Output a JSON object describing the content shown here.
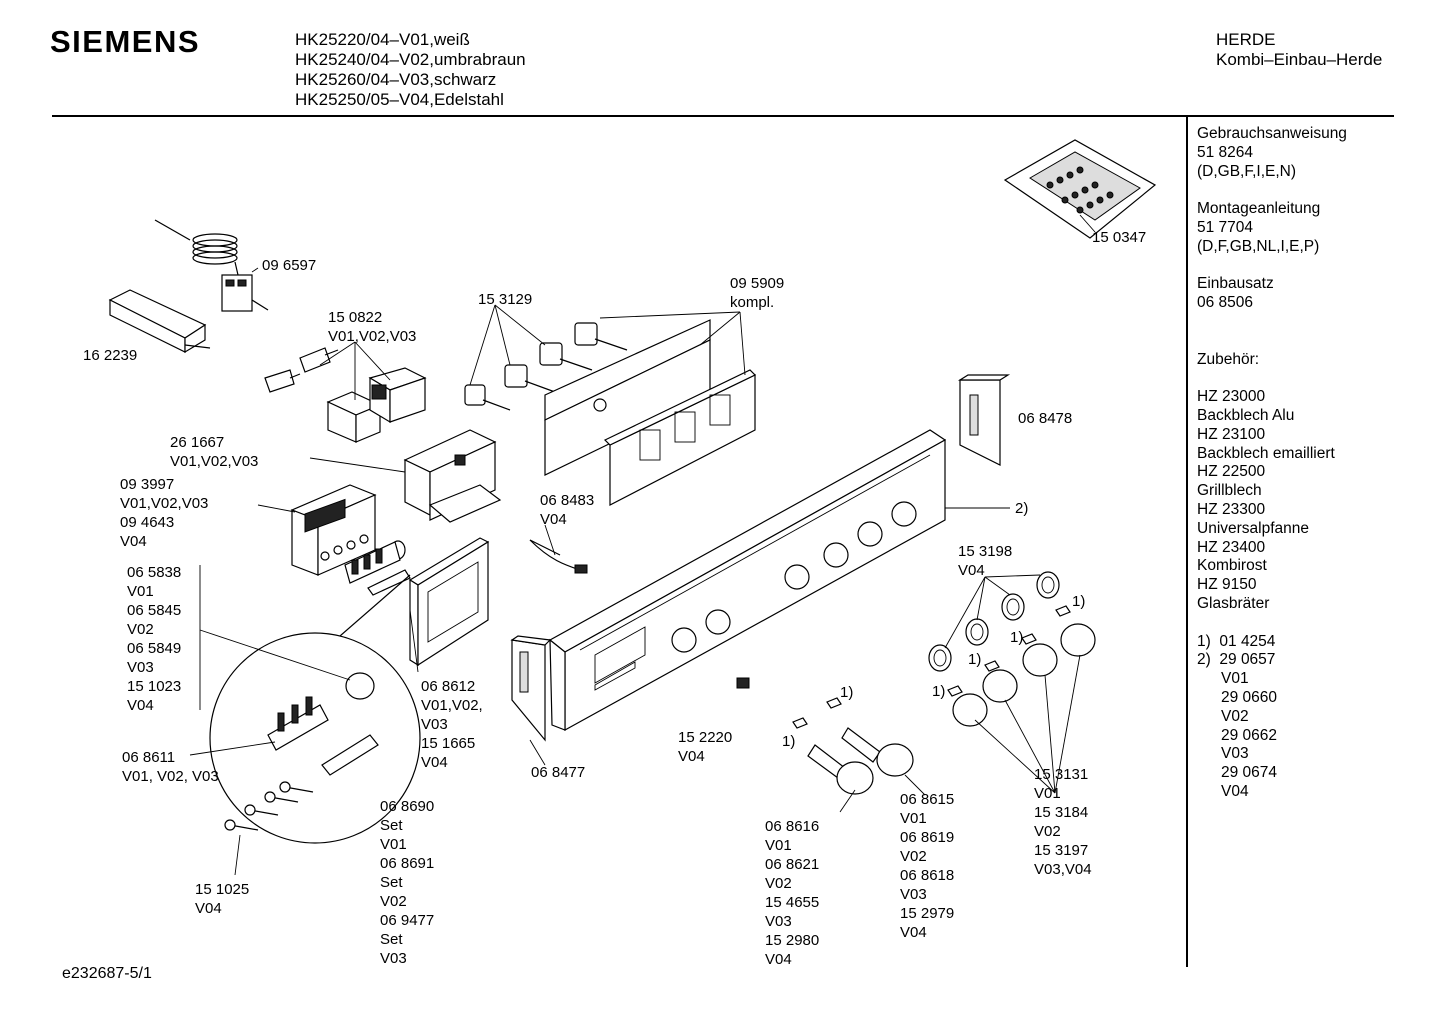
{
  "header": {
    "brand": "SIEMENS",
    "models": [
      "HK25220/04–V01,weiß",
      "HK25240/04–V02,umbrabraun",
      "HK25260/04–V03,schwarz",
      "HK25250/05–V04,Edelstahl"
    ],
    "category": "HERDE",
    "subcategory": "Kombi–Einbau–Herde"
  },
  "sidebar": {
    "manual": {
      "title": "Gebrauchsanweisung",
      "number": "51 8264",
      "langs": "(D,GB,F,I,E,N)"
    },
    "install": {
      "title": "Montageanleitung",
      "number": "51 7704",
      "langs": "(D,F,GB,NL,I,E,P)"
    },
    "kit": {
      "title": "Einbausatz",
      "number": "06 8506"
    },
    "accessories_title": "Zubehör:",
    "accessories": [
      {
        "code": "HZ 23000",
        "name": "Backblech Alu"
      },
      {
        "code": "HZ 23100",
        "name": "Backblech emailliert"
      },
      {
        "code": "HZ 22500",
        "name": "Grillblech"
      },
      {
        "code": "HZ 23300",
        "name": "Universalpfanne"
      },
      {
        "code": "HZ 23400",
        "name": "Kombirost"
      },
      {
        "code": "HZ 9150",
        "name": "Glasbräter"
      }
    ],
    "notes": {
      "n1": "1)  01 4254",
      "n2": "2)  29 0657",
      "n2_lines": [
        "V01",
        "29 0660",
        "V02",
        "29 0662",
        "V03",
        "29 0674",
        "V04"
      ]
    }
  },
  "labels": {
    "p150347": "15 0347",
    "p096597": "09 6597",
    "p162239": "16 2239",
    "p150822": [
      "15 0822",
      "V01,V02,V03"
    ],
    "p153129": "15 3129",
    "p095909": [
      "09 5909",
      "kompl."
    ],
    "p068478": "06 8478",
    "p261667": [
      "26 1667",
      "V01,V02,V03"
    ],
    "p093997": [
      "09 3997",
      "V01,V02,V03",
      "09 4643",
      "V04"
    ],
    "p068483": [
      "06 8483",
      "V04"
    ],
    "p2": "2)",
    "p065838": [
      "06 5838",
      "V01",
      "06 5845",
      "V02",
      "06 5849",
      "V03",
      "15 1023",
      "V04"
    ],
    "p153198": [
      "15 3198",
      "V04"
    ],
    "p068612": [
      "06 8612",
      "V01,V02,",
      "V03",
      "15 1665",
      "V04"
    ],
    "p068611": [
      "06 8611",
      "V01, V02, V03"
    ],
    "p068477": "06 8477",
    "p152220": [
      "15 2220",
      "V04"
    ],
    "p068690": [
      "06 8690",
      "Set",
      "V01",
      "06 8691",
      "Set",
      "V02",
      "06 9477",
      "Set",
      "V03"
    ],
    "p151025": [
      "15 1025",
      "V04"
    ],
    "p068616": [
      "06 8616",
      "V01",
      "06 8621",
      "V02",
      "15 4655",
      "V03",
      "15 2980",
      "V04"
    ],
    "p068615": [
      "06 8615",
      "V01",
      "06 8619",
      "V02",
      "06 8618",
      "V03",
      "15 2979",
      "V04"
    ],
    "p153131": [
      "15 3131",
      "V01",
      "15 3184",
      "V02",
      "15 3197",
      "V03,V04"
    ],
    "fn1": "1)"
  },
  "footer": {
    "doc_id": "e232687-5/1"
  }
}
